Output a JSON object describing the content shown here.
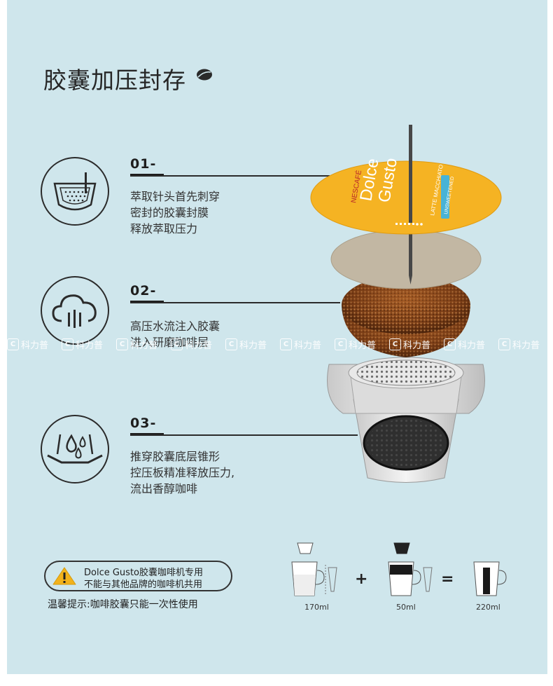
{
  "title": "胶囊加压封存",
  "steps": [
    {
      "num": "01-",
      "icon": "capsule-filter-icon",
      "lines": [
        "萃取针头首先刺穿",
        "密封的胶囊封膜",
        "释放萃取压力"
      ]
    },
    {
      "num": "02-",
      "icon": "steam-cloud-icon",
      "lines": [
        "高压水流注入胶囊",
        "进入研磨咖啡层"
      ]
    },
    {
      "num": "03-",
      "icon": "water-drops-icon",
      "lines": [
        "推穿胶囊底层锥形",
        "控压板精准释放压力,",
        "流出香醇咖啡"
      ]
    }
  ],
  "capsule_lid": {
    "brand": "NESCAFÉ",
    "line1": "Dolce",
    "line2": "Gusto",
    "product": "LATTE MACCHIATO",
    "badge": "UNSWEETENED"
  },
  "watermark": {
    "text": "科力普",
    "count": 10
  },
  "notice": {
    "line1": "Dolce Gusto胶囊咖啡机专用",
    "line2": "不能与其他品牌的咖啡机共用"
  },
  "tip": "温馨提示:咖啡胶囊只能一次性使用",
  "recipe": {
    "items": [
      {
        "volume": "170ml"
      },
      {
        "volume": "50ml"
      },
      {
        "volume": "220ml"
      }
    ],
    "plus": "+",
    "equals": "="
  },
  "colors": {
    "background": "#cfe6ec",
    "lid": "#f5b323",
    "coffee": "#8a4a1e",
    "warning": "#f2b21b"
  }
}
